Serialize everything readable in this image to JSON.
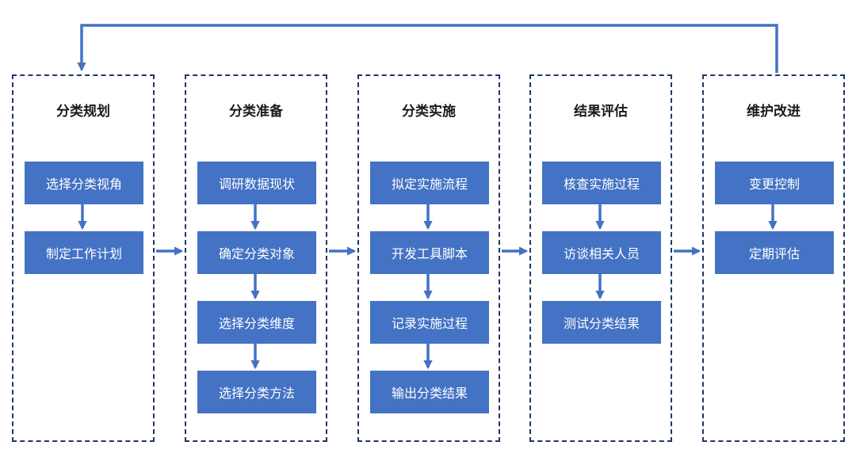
{
  "stages": [
    {
      "title": "分类规划",
      "steps": [
        "选择分类视角",
        "制定工作计划"
      ]
    },
    {
      "title": "分类准备",
      "steps": [
        "调研数据现状",
        "确定分类对象",
        "选择分类维度",
        "选择分类方法"
      ]
    },
    {
      "title": "分类实施",
      "steps": [
        "拟定实施流程",
        "开发工具脚本",
        "记录实施过程",
        "输出分类结果"
      ]
    },
    {
      "title": "结果评估",
      "steps": [
        "核查实施过程",
        "访谈相关人员",
        "测试分类结果"
      ]
    },
    {
      "title": "维护改进",
      "steps": [
        "变更控制",
        "定期评估"
      ]
    }
  ],
  "colors": {
    "box": "#4472c4",
    "arrow": "#4472c4",
    "border": "#1f3864"
  }
}
